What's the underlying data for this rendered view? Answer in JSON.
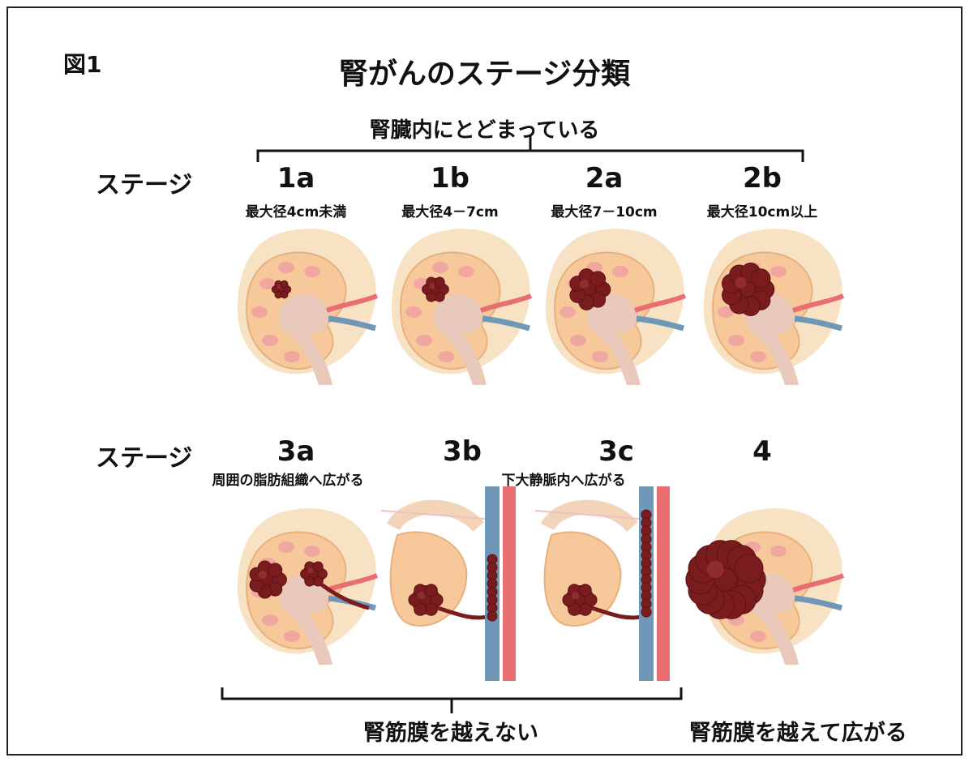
{
  "figure_label": "図1",
  "title": "腎がんのステージ分類",
  "top_group_label": "腎臓内にとどまっている",
  "row_label": "ステージ",
  "row1": [
    {
      "code": "1a",
      "desc": "最大径4cm未満"
    },
    {
      "code": "1b",
      "desc": "最大径4－7cm"
    },
    {
      "code": "2a",
      "desc": "最大径7－10cm"
    },
    {
      "code": "2b",
      "desc": "最大径10cm以上"
    }
  ],
  "row2": [
    {
      "code": "3a",
      "desc": "周囲の脂肪組織へ広がる"
    },
    {
      "code": "3b",
      "desc": ""
    },
    {
      "code": "3c",
      "desc": ""
    },
    {
      "code": "4",
      "desc": ""
    }
  ],
  "vena_cava_note": "下大静脈内へ広がる",
  "bottom_left_label": "腎筋膜を越えない",
  "bottom_right_label": "腎筋膜を越えて広がる",
  "colors": {
    "tumor": "#7a1c1e",
    "kidney_fill": "#f6c89a",
    "kidney_outer": "#f7e2c4",
    "cortex_pink": "#f0a7a0",
    "pelvis": "#e8c9bc",
    "vein": "#6f98b8",
    "artery": "#e86e72"
  }
}
